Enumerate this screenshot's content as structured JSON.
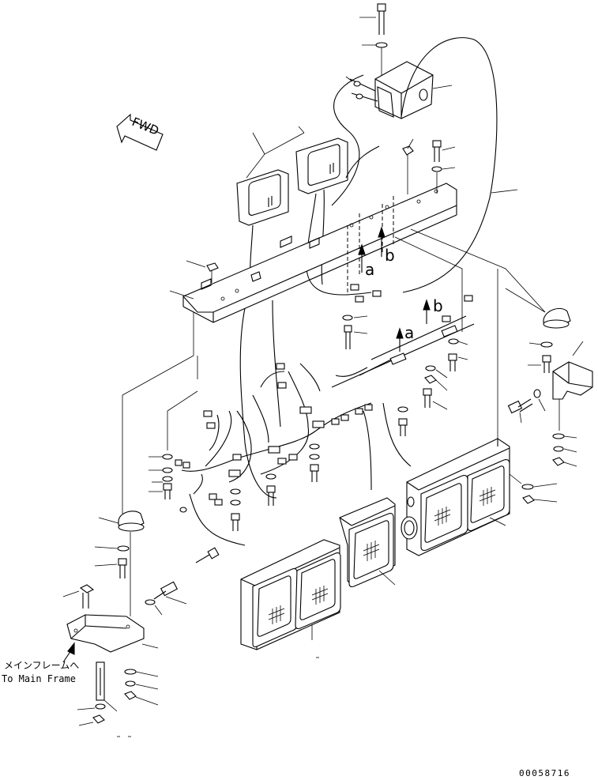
{
  "diagram": {
    "direction_label": "FWD",
    "arrow_labels": {
      "a": "a",
      "b": "b"
    },
    "note_jp": "メインフレームへ",
    "note_en": "To Main Frame",
    "drawing_number": "00058716"
  }
}
